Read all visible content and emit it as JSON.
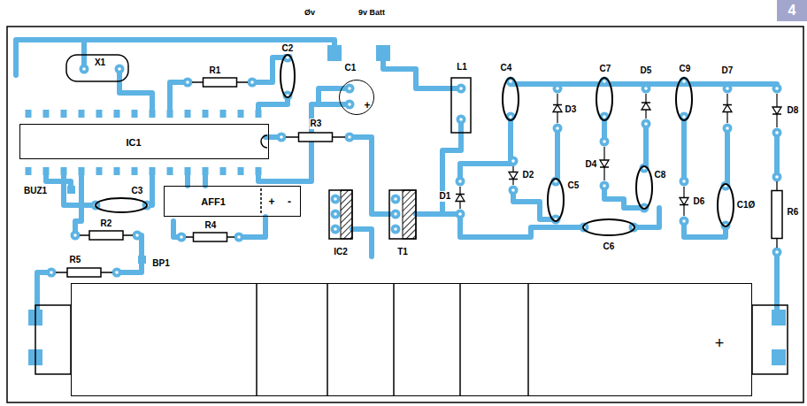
{
  "diagram": {
    "nodes": [
      {
        "text": [
          "+"
        ]
      },
      {
        "text": [
          "IC1"
        ]
      },
      {
        "text": [
          "AFF1",
          "+",
          "-"
        ]
      },
      {
        "text": [
          "+"
        ]
      }
    ],
    "labels": [
      "Øv",
      "9v Batt",
      "4",
      "X1",
      "R1",
      "C2",
      "C1",
      "L1",
      "C4",
      "C7",
      "D5",
      "C9",
      "D7",
      "D3",
      "D8",
      "R3",
      "D4",
      "C8",
      "D2",
      "BUZ1",
      "C3",
      "D1",
      "D6",
      "C1Ø",
      "R6",
      "C5",
      "R2",
      "R4",
      "C6",
      "IC2",
      "T1",
      "BP1",
      "R5"
    ]
  }
}
